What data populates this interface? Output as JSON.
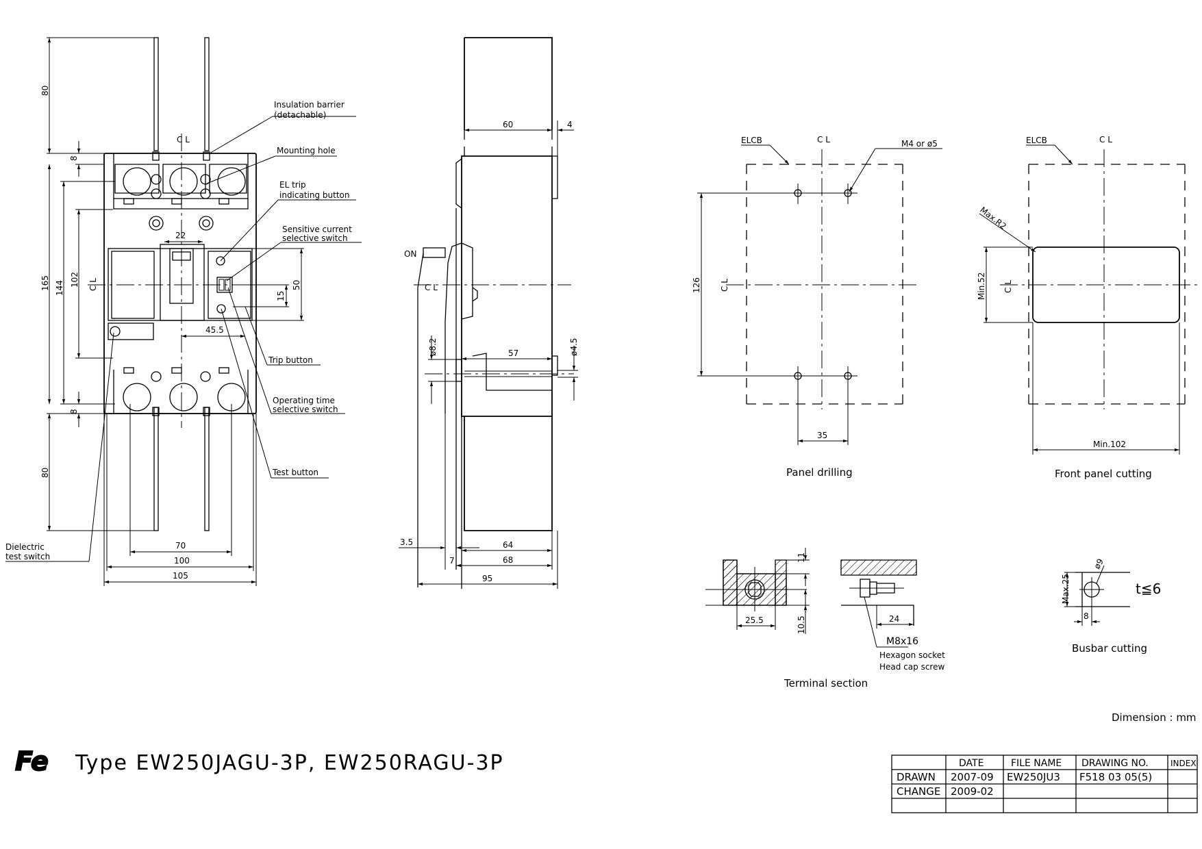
{
  "title": {
    "logo_text": "Fe",
    "type_label": "Type EW250JAGU-3P, EW250RAGU-3P"
  },
  "front_view": {
    "labels": {
      "insulation_barrier_1": "Insulation barrier",
      "insulation_barrier_2": "(detachable)",
      "mounting_hole": "Mounting hole",
      "el_trip_1": "EL trip",
      "el_trip_2": "indicating button",
      "sensitive_1": "Sensitive current",
      "sensitive_2": "selective switch",
      "trip_button": "Trip button",
      "operating_1": "Operating time",
      "operating_2": "selective switch",
      "test_button": "Test button",
      "dielectric_1": "Dielectric",
      "dielectric_2": "test switch"
    },
    "dims": {
      "top_80": "80",
      "top_8": "8",
      "h165": "165",
      "h144": "144",
      "h102": "102",
      "w22": "22",
      "h50": "50",
      "h15": "15",
      "w45_5": "45.5",
      "bot_8": "8",
      "bot_80": "80",
      "w70": "70",
      "w100": "100",
      "w105": "105"
    },
    "centerline": "C L"
  },
  "side_view": {
    "on_label": "ON",
    "dims": {
      "w60": "60",
      "w4": "4",
      "d8_2": "ø8.2",
      "w57": "57",
      "d4_5": "ø4.5",
      "w3_5": "3.5",
      "w7": "7",
      "w64": "64",
      "w68": "68",
      "w95": "95"
    },
    "centerline": "C L"
  },
  "panel_drilling": {
    "elcb": "ELCB",
    "hole_spec": "M4 or ø5",
    "h126": "126",
    "w35": "35",
    "caption": "Panel drilling",
    "centerline": "C L"
  },
  "front_panel_cutting": {
    "elcb": "ELCB",
    "max_r2": "Max.R2",
    "min52": "Min.52",
    "min102": "Min.102",
    "caption": "Front panel cutting",
    "centerline": "C L"
  },
  "terminal_section": {
    "d11": "11",
    "d25_5": "25.5",
    "d10_5": "10.5",
    "d24": "24",
    "screw": "M8x16",
    "screw_desc_1": "Hexagon socket",
    "screw_desc_2": "Head cap screw",
    "caption": "Terminal section"
  },
  "busbar": {
    "max25": "Max.25",
    "d9": "ø9",
    "d8": "8",
    "thickness": "t≦6",
    "caption": "Busbar cutting"
  },
  "dimension_unit": "Dimension : mm",
  "title_block": {
    "headers": [
      "",
      "DATE",
      "FILE NAME",
      "DRAWING NO.",
      "INDEX"
    ],
    "rows": [
      [
        "DRAWN",
        "2007-09",
        "EW250JU3",
        "F518 03 05(5)",
        ""
      ],
      [
        "CHANGE",
        "2009-02",
        "",
        "",
        ""
      ],
      [
        "",
        "",
        "",
        "",
        ""
      ]
    ]
  }
}
